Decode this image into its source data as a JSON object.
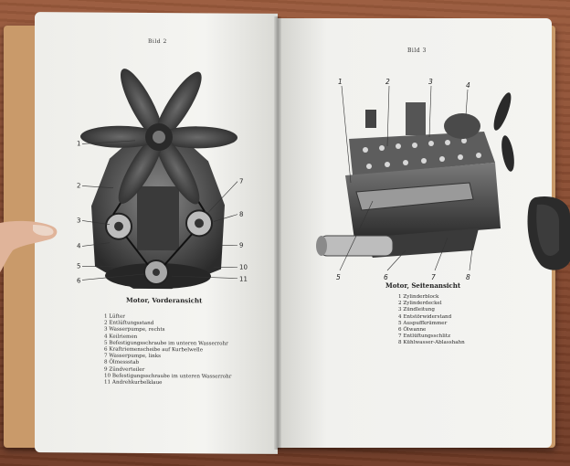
{
  "left_page": {
    "figure_title": "Bild 2",
    "callouts": [
      "1",
      "2",
      "3",
      "4",
      "5",
      "6",
      "7",
      "8",
      "9",
      "10",
      "11"
    ],
    "caption": "Motor, Vorderansicht",
    "legend": [
      {
        "num": "1",
        "text": "Lüfter"
      },
      {
        "num": "2",
        "text": "Entlüftungsstand"
      },
      {
        "num": "3",
        "text": "Wasserpumpe, rechts"
      },
      {
        "num": "4",
        "text": "Keilriemen"
      },
      {
        "num": "5",
        "text": "Befestigungsschraube im unteren Wasserrohr"
      },
      {
        "num": "6",
        "text": "Kraftriemenscheibe auf Kurbelwelle"
      },
      {
        "num": "7",
        "text": "Wasserpumpe, links"
      },
      {
        "num": "8",
        "text": "Ölmessstab"
      },
      {
        "num": "9",
        "text": "Zündverteiler"
      },
      {
        "num": "10",
        "text": "Befestigungsschraube im unteren Wasserrohr"
      },
      {
        "num": "11",
        "text": "Andrehkurbelklaue"
      }
    ]
  },
  "right_page": {
    "figure_title": "Bild 3",
    "callouts": [
      "1",
      "2",
      "3",
      "4",
      "5",
      "6",
      "7",
      "8"
    ],
    "caption": "Motor, Seitenansicht",
    "legend": [
      {
        "num": "1",
        "text": "Zylinderblock"
      },
      {
        "num": "2",
        "text": "Zylinderdeckel"
      },
      {
        "num": "3",
        "text": "Zündleitung"
      },
      {
        "num": "4",
        "text": "Entstörwiderstand"
      },
      {
        "num": "5",
        "text": "Auspuffkrümmer"
      },
      {
        "num": "6",
        "text": "Ölwanne"
      },
      {
        "num": "7",
        "text": "Entlüftungsschlitz"
      },
      {
        "num": "8",
        "text": "Kühlwasser-Ablasshahn"
      }
    ]
  },
  "colors": {
    "table": "#8a4e34",
    "cover": "#c99a6a",
    "paper": "#f2f2ef",
    "ink": "#222222"
  }
}
